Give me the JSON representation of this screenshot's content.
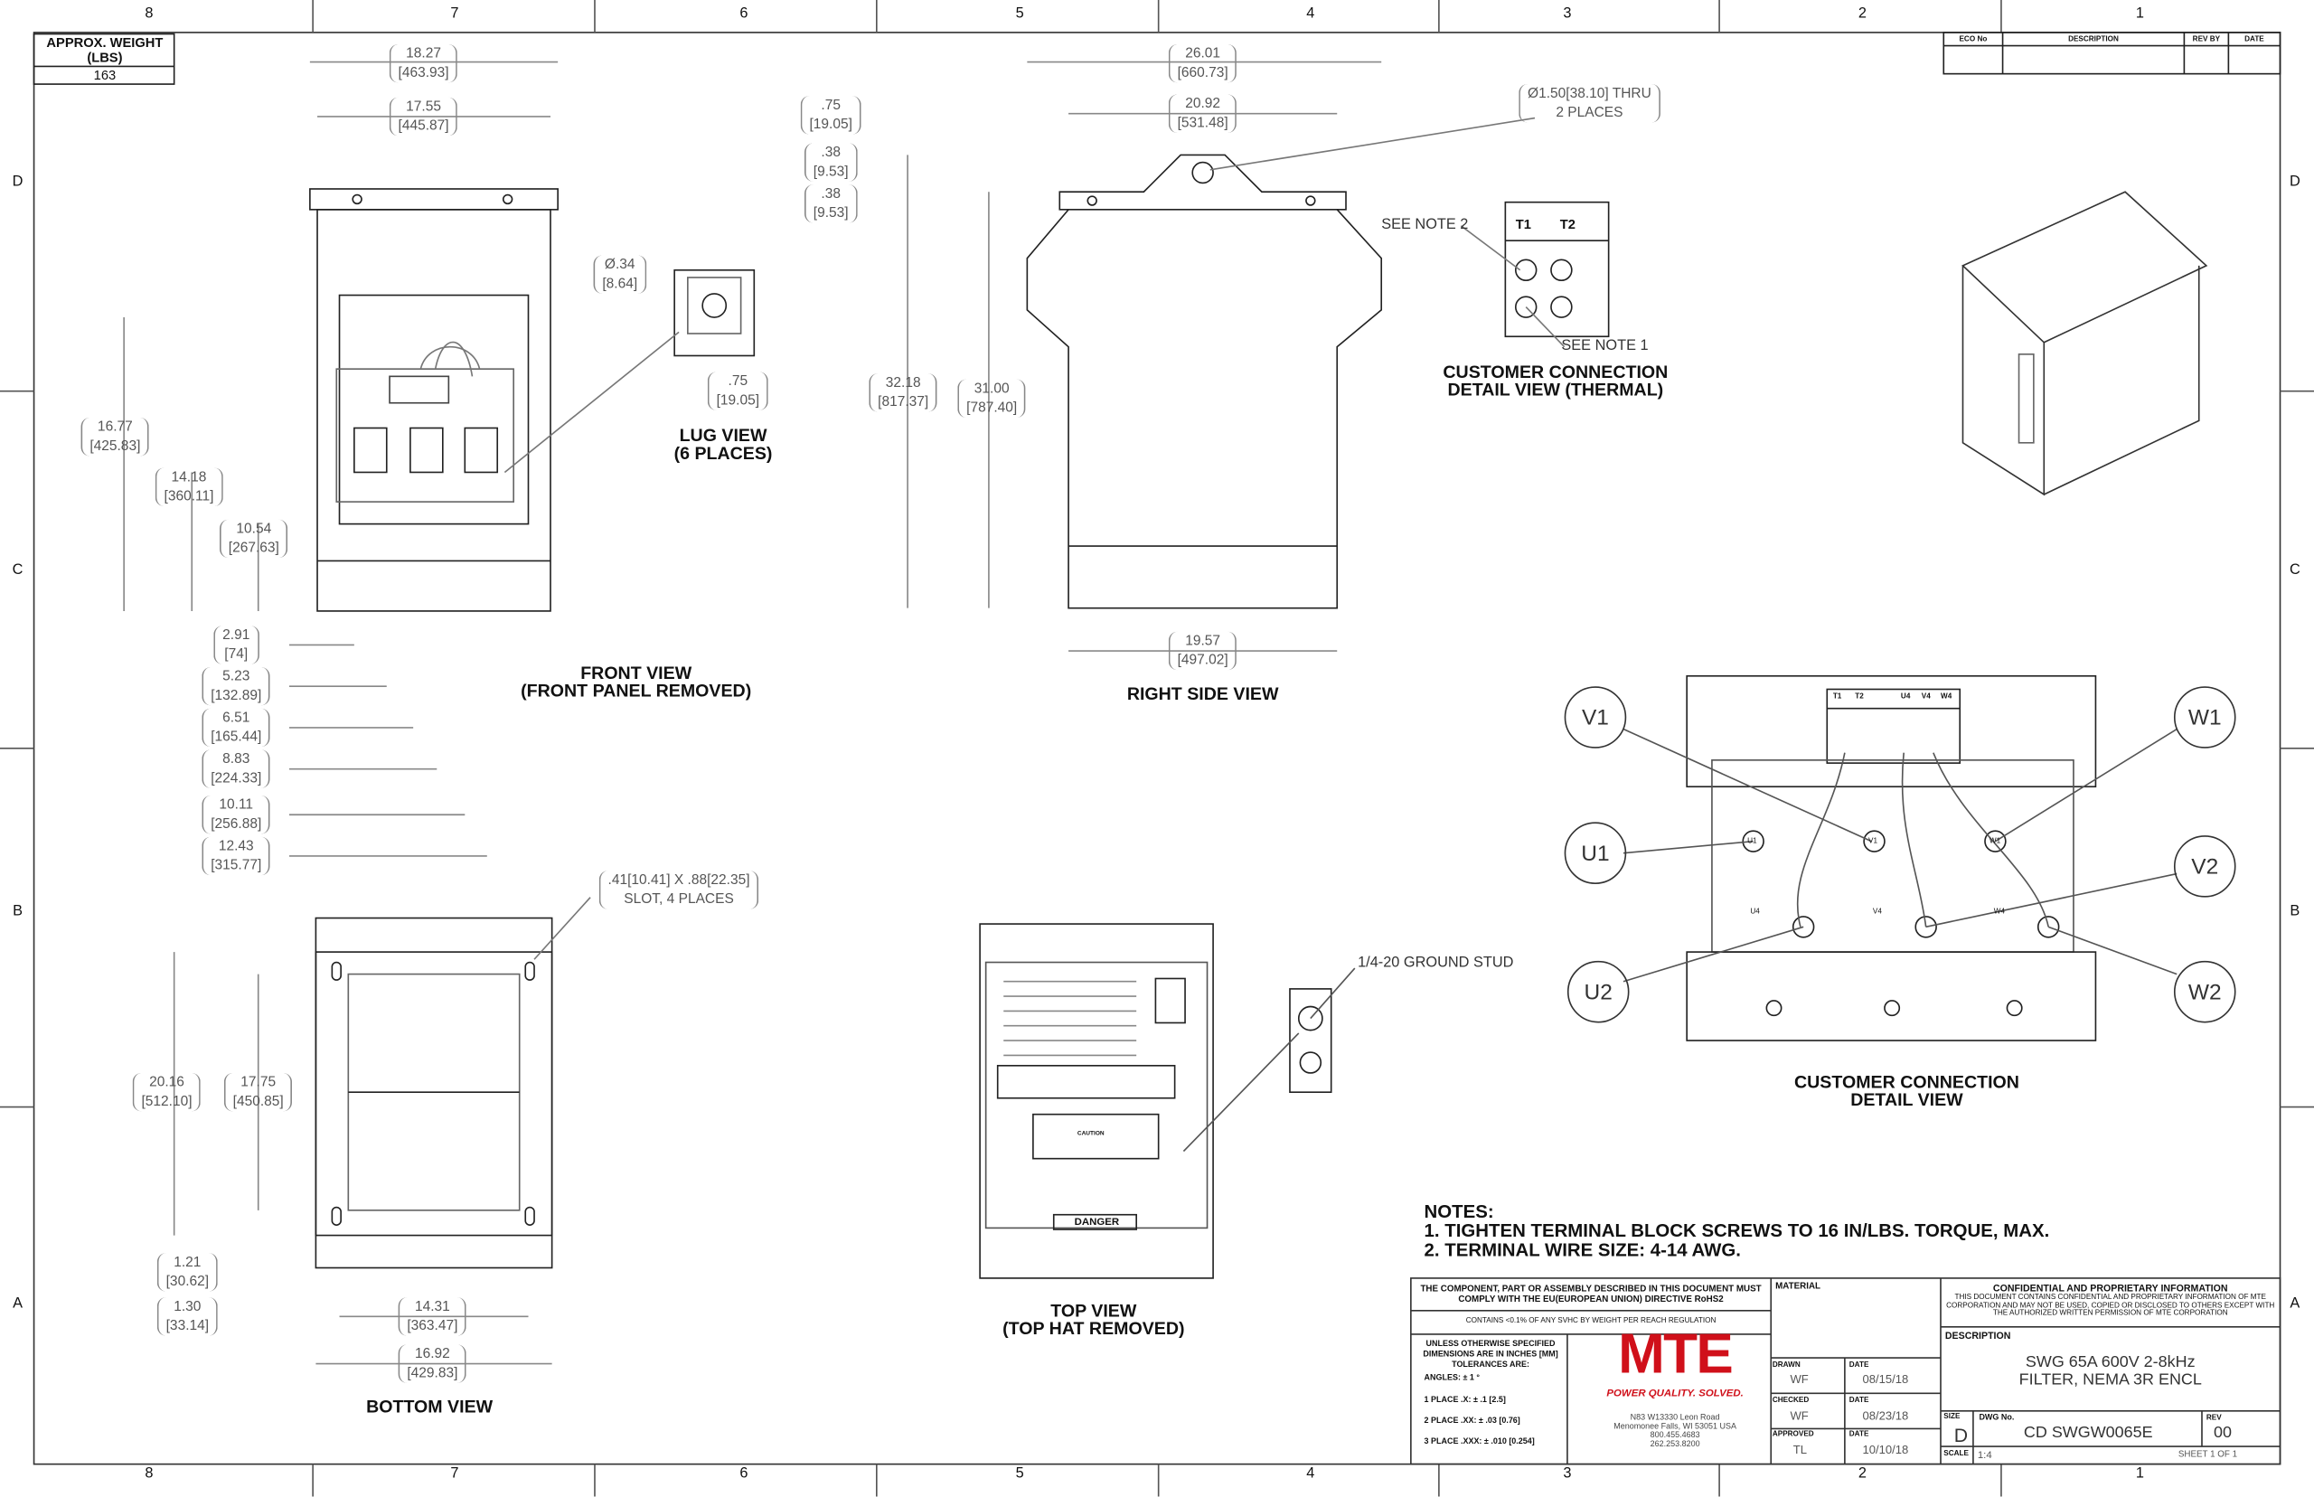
{
  "zones_h": [
    "8",
    "7",
    "6",
    "5",
    "4",
    "3",
    "2",
    "1"
  ],
  "zones_v": [
    "D",
    "C",
    "B",
    "A"
  ],
  "weight": {
    "label": "APPROX. WEIGHT (LBS)",
    "value": "163"
  },
  "revision_table": {
    "headers": [
      "ECO No",
      "DESCRIPTION",
      "REV BY",
      "DATE"
    ]
  },
  "dims": [
    {
      "in": "18.27",
      "mm": "[463.93]"
    },
    {
      "in": "17.55",
      "mm": "[445.87]"
    },
    {
      "in": ".75",
      "mm": "[19.05]"
    },
    {
      "in": ".38",
      "mm": "[9.53]"
    },
    {
      "in": ".38",
      "mm": "[9.53]"
    },
    {
      "in": "Ø.34",
      "mm": "[8.64]"
    },
    {
      "in": ".75",
      "mm": "[19.05]"
    },
    {
      "in": "16.77",
      "mm": "[425.83]"
    },
    {
      "in": "14.18",
      "mm": "[360.11]"
    },
    {
      "in": "10.54",
      "mm": "[267.63]"
    },
    {
      "in": "2.91",
      "mm": "[74]"
    },
    {
      "in": "5.23",
      "mm": "[132.89]"
    },
    {
      "in": "6.51",
      "mm": "[165.44]"
    },
    {
      "in": "8.83",
      "mm": "[224.33]"
    },
    {
      "in": "10.11",
      "mm": "[256.88]"
    },
    {
      "in": "12.43",
      "mm": "[315.77]"
    },
    {
      "in": "26.01",
      "mm": "[660.73]"
    },
    {
      "in": "20.92",
      "mm": "[531.48]"
    },
    {
      "in": "32.18",
      "mm": "[817.37]"
    },
    {
      "in": "31.00",
      "mm": "[787.40]"
    },
    {
      "in": "19.57",
      "mm": "[497.02]"
    },
    {
      "in": "20.16",
      "mm": "[512.10]"
    },
    {
      "in": "17.75",
      "mm": "[450.85]"
    },
    {
      "in": "1.21",
      "mm": "[30.62]"
    },
    {
      "in": "1.30",
      "mm": "[33.14]"
    },
    {
      "in": "14.31",
      "mm": "[363.47]"
    },
    {
      "in": "16.92",
      "mm": "[429.83]"
    }
  ],
  "callouts": {
    "thru_hole": "Ø1.50[38.10] THRU",
    "thru_hole_2": "2 PLACES",
    "slot": ".41[10.41] X .88[22.35]",
    "slot_2": "SLOT, 4 PLACES",
    "see_note_2": "SEE NOTE 2",
    "see_note_1": "SEE NOTE 1",
    "ground_stud": "1/4-20 GROUND STUD",
    "danger": "DANGER",
    "caution": "CAUTION"
  },
  "views": {
    "lug": [
      "LUG VIEW",
      "(6 PLACES)"
    ],
    "front": [
      "FRONT VIEW",
      "(FRONT PANEL REMOVED)"
    ],
    "right": [
      "RIGHT SIDE VIEW"
    ],
    "thermal": [
      "CUSTOMER CONNECTION",
      "DETAIL VIEW (THERMAL)"
    ],
    "bottom": [
      "BOTTOM VIEW"
    ],
    "top": [
      "TOP VIEW",
      "(TOP HAT REMOVED)"
    ],
    "detail": [
      "CUSTOMER CONNECTION",
      "DETAIL VIEW"
    ]
  },
  "terminals": {
    "thermal": [
      "T1",
      "T2"
    ],
    "block": [
      "T1",
      "T2",
      "U4",
      "V4",
      "W4"
    ],
    "balloons": [
      "V1",
      "U1",
      "U2",
      "W1",
      "V2",
      "W2"
    ],
    "coil": [
      "U1",
      "V1",
      "W1",
      "U4",
      "V4",
      "W4"
    ]
  },
  "notes": {
    "title": "NOTES:",
    "items": [
      "1.  TIGHTEN TERMINAL BLOCK SCREWS TO 16 IN/LBS. TORQUE, MAX.",
      "2.  TERMINAL WIRE SIZE: 4-14 AWG."
    ]
  },
  "title_block": {
    "rohs": "THE COMPONENT, PART OR ASSEMBLY DESCRIBED IN THIS DOCUMENT MUST COMPLY WITH THE EU(EUROPEAN UNION) DIRECTIVE RoHS2",
    "reach": "CONTAINS <0.1% OF ANY SVHC BY WEIGHT PER REACH REGULATION",
    "tol_head": "UNLESS OTHERWISE SPECIFIED DIMENSIONS ARE IN INCHES [MM] TOLERANCES ARE:",
    "tol": [
      "ANGLES: ± 1 °",
      "1 PLACE .X: ± .1 [2.5]",
      "2 PLACE .XX: ± .03 [0.76]",
      "3 PLACE .XXX: ± .010 [0.254]"
    ],
    "logo": "MTE",
    "tagline": "POWER QUALITY. SOLVED.",
    "address": [
      "N83 W13330 Leon Road",
      "Menomonee Falls, WI 53051 USA",
      "800.455.4683",
      "262.253.8200"
    ],
    "material_label": "MATERIAL",
    "drawn_label": "DRAWN",
    "drawn": "WF",
    "drawn_date": "08/15/18",
    "checked_label": "CHECKED",
    "checked": "WF",
    "checked_date": "08/23/18",
    "approved_label": "APPROVED",
    "approved": "TL",
    "approved_date": "10/10/18",
    "date_label": "DATE",
    "conf_title": "CONFIDENTIAL AND PROPRIETARY INFORMATION",
    "conf_text": "THIS DOCUMENT CONTAINS CONFIDENTIAL AND PROPRIETARY INFORMATION OF MTE CORPORATION AND MAY NOT BE USED, COPIED OR DISCLOSED TO OTHERS EXCEPT WITH THE AUTHORIZED WRITTEN PERMISSION OF MTE CORPORATION",
    "description_label": "DESCRIPTION",
    "description": [
      "SWG 65A 600V 2-8kHz",
      "FILTER, NEMA 3R ENCL"
    ],
    "size_label": "SIZE",
    "size": "D",
    "dwg_label": "DWG No.",
    "dwg": "CD SWGW0065E",
    "rev_label": "REV",
    "rev": "00",
    "scale_label": "SCALE",
    "scale": "1:4",
    "sheet": "SHEET 1  OF 1"
  }
}
